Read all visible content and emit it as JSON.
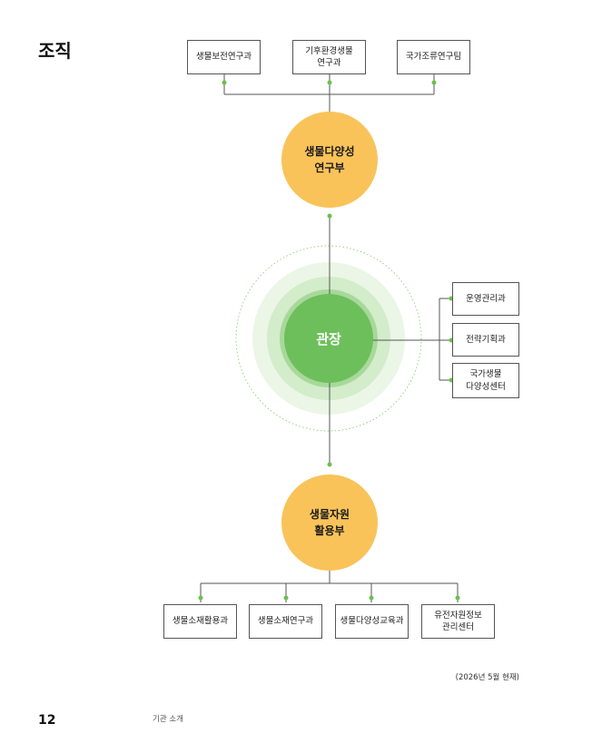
{
  "page": {
    "title": "조직",
    "date_note": "(2026년 5월 현재)",
    "page_number": "12",
    "section": "기관 소개"
  },
  "org": {
    "top_units": [
      {
        "label": "생물보전연구과"
      },
      {
        "label": "기후환경생물\n연구과"
      },
      {
        "label": "국가조류연구팀"
      }
    ],
    "top_department": {
      "label": "생물다양성\n연구부"
    },
    "director": {
      "label": "관장"
    },
    "side_units": [
      {
        "label": "운영관리과"
      },
      {
        "label": "전략기획과"
      },
      {
        "label": "국가생물\n다양성센터"
      }
    ],
    "bottom_department": {
      "label": "생물자원\n활용부"
    },
    "bottom_units": [
      {
        "label": "생물소재활용과"
      },
      {
        "label": "생물소재연구과"
      },
      {
        "label": "생물다양성교육과"
      },
      {
        "label": "유전자원정보\n관리센터"
      }
    ]
  },
  "colors": {
    "line": "#555555",
    "dot": "#6cc04a",
    "orange": "#f9c35a",
    "green_core": "#6cbf5a",
    "green_ring1": "#a8d89a",
    "green_ring2": "#d3ecca",
    "green_ring3": "#ebf6e6"
  }
}
